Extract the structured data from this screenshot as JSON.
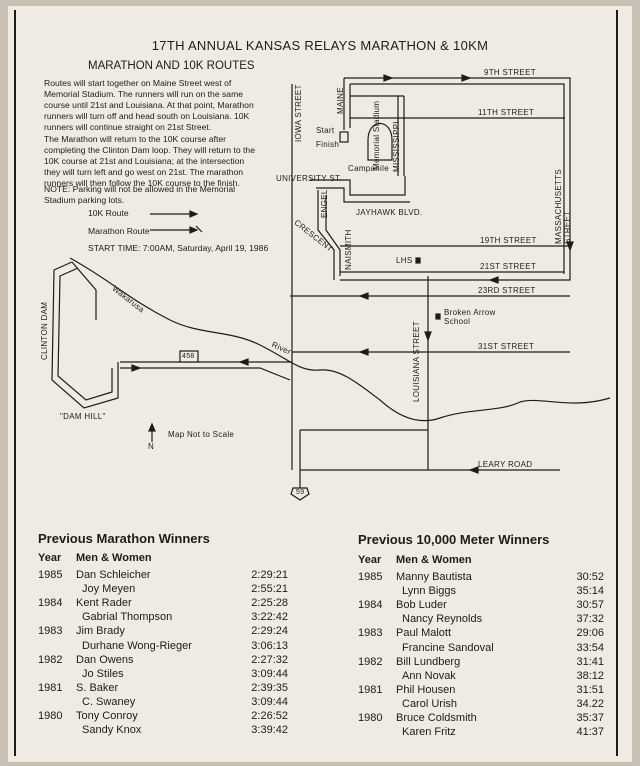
{
  "header": {
    "title": "17TH ANNUAL KANSAS RELAYS MARATHON & 10KM",
    "subtitle": "MARATHON AND 10K ROUTES"
  },
  "description": {
    "p1": [
      "Routes will start together on Maine Street west of",
      "Memorial Stadium. The runners will run on the same",
      "course until 21st and Louisiana. At that point, Marathon",
      "runners will turn off and head south on Louisiana. 10K",
      "runners will continue straight on 21st Street."
    ],
    "p2": [
      "The Marathon will return to the 10K course after",
      "completing the Clinton Dam loop. They will return to the",
      "10K course at 21st and Louisiana; at the intersection",
      "they will turn left and go west on 21st. The marathon",
      "runners will then follow the 10K course to the finish."
    ],
    "p3": [
      "NOTE: Parking will not be allowed in the Memorial",
      "Stadium parking lots."
    ]
  },
  "legend": {
    "route_10k": "10K Route",
    "route_marathon": "Marathon Route",
    "start_time": "START TIME: 7:00AM, Saturday, April 19, 1986"
  },
  "map": {
    "labels": {
      "ninth": "9TH STREET",
      "eleventh": "11TH STREET",
      "nineteenth": "19TH STREET",
      "twentyfirst": "21ST STREET",
      "twentythird": "23RD STREET",
      "thirtyfirst": "31ST STREET",
      "leary": "LEARY ROAD",
      "iowa": "IOWA STREET",
      "maine": "MAINE",
      "mississippi": "MISSISSIPPI",
      "massachusetts": "MASSACHUSETTS STREET",
      "louisiana": "LOUISIANA STREET",
      "naismith": "NAISMITH",
      "engel": "ENGEL",
      "crescent": "CRESCENT",
      "university": "UNIVERSITY ST.",
      "jayhawk": "JAYHAWK BLVD.",
      "campanile": "Campanile",
      "stadium": "Memorial Stadium",
      "start": "Start",
      "finish": "Finish",
      "lhs": "LHS",
      "broken_arrow": "Broken Arrow School",
      "wakarusa": "Wakarusa",
      "river": "River",
      "clinton_dam": "CLINTON DAM",
      "dam_hill": "\"DAM HILL\"",
      "hwy458": "458",
      "hwy59": "59",
      "north": "N",
      "not_to_scale": "Map Not to Scale"
    }
  },
  "marathon": {
    "title": "Previous Marathon Winners",
    "col_year": "Year",
    "col_names": "Men & Women",
    "rows": [
      {
        "year": "1985",
        "name": "Dan Schleicher",
        "time": "2:29:21"
      },
      {
        "year": "",
        "name": "Joy Meyen",
        "time": "2:55:21"
      },
      {
        "year": "1984",
        "name": "Kent Rader",
        "time": "2:25:28"
      },
      {
        "year": "",
        "name": "Gabrial Thompson",
        "time": "3:22:42"
      },
      {
        "year": "1983",
        "name": "Jim Brady",
        "time": "2:29:24"
      },
      {
        "year": "",
        "name": "Durhane Wong-Rieger",
        "time": "3:06:13"
      },
      {
        "year": "1982",
        "name": "Dan Owens",
        "time": "2:27:32"
      },
      {
        "year": "",
        "name": "Jo Stiles",
        "time": "3:09:44"
      },
      {
        "year": "1981",
        "name": "S. Baker",
        "time": "2:39:35"
      },
      {
        "year": "",
        "name": "C. Swaney",
        "time": "3:09:44"
      },
      {
        "year": "1980",
        "name": "Tony Conroy",
        "time": "2:26:52"
      },
      {
        "year": "",
        "name": "Sandy Knox",
        "time": "3:39:42"
      }
    ]
  },
  "tenk": {
    "title": "Previous 10,000 Meter Winners",
    "col_year": "Year",
    "col_names": "Men & Women",
    "rows": [
      {
        "year": "1985",
        "name": "Manny Bautista",
        "time": "30:52"
      },
      {
        "year": "",
        "name": "Lynn Biggs",
        "time": "35:14"
      },
      {
        "year": "1984",
        "name": "Bob Luder",
        "time": "30:57"
      },
      {
        "year": "",
        "name": "Nancy Reynolds",
        "time": "37:32"
      },
      {
        "year": "1983",
        "name": "Paul Malott",
        "time": "29:06"
      },
      {
        "year": "",
        "name": "Francine Sandoval",
        "time": "33:54"
      },
      {
        "year": "1982",
        "name": "Bill Lundberg",
        "time": "31:41"
      },
      {
        "year": "",
        "name": "Ann Novak",
        "time": "38:12"
      },
      {
        "year": "1981",
        "name": "Phil Housen",
        "time": "31:51"
      },
      {
        "year": "",
        "name": "Carol Urish",
        "time": "34.22"
      },
      {
        "year": "1980",
        "name": "Bruce Coldsmith",
        "time": "35:37"
      },
      {
        "year": "",
        "name": "Karen Fritz",
        "time": "41:37"
      }
    ]
  }
}
